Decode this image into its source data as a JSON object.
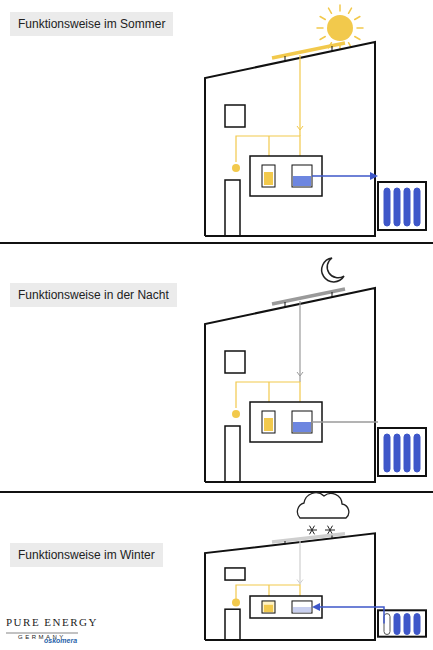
{
  "diagram": {
    "nodes": [
      {
        "text": [
          "Funktionsweise im Sommer"
        ]
      },
      {
        "text": [
          "Funktionsweise in der Nacht"
        ]
      },
      {
        "text": [
          "Funktionsweise im Winter"
        ]
      }
    ],
    "labels": [
      "PURE ENERGY",
      "GERMANY",
      "oskomera"
    ]
  }
}
